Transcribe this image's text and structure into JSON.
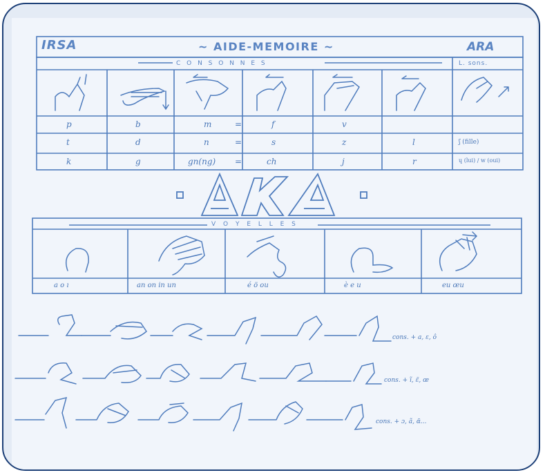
{
  "header": {
    "left_logo": "IRSA",
    "title": "~ AIDE-MEMOIRE ~",
    "right_logo": "ARA"
  },
  "consonants": {
    "label": "C O N S O N N E S",
    "side_label": "L. sons.",
    "rows": [
      [
        "p",
        "b",
        "m",
        "=",
        "f",
        "v"
      ],
      [
        "t",
        "d",
        "n",
        "=",
        "s",
        "z",
        "l"
      ],
      [
        "k",
        "g",
        "gn(ng)",
        "=",
        "ch",
        "j",
        "r"
      ]
    ],
    "side_rows": [
      "",
      "ʃ (fille)",
      "ɥ (lui) / w (oui)"
    ]
  },
  "logo": "AKA",
  "vowels": {
    "label": "V O Y E L L E S",
    "cells": [
      "a o ı",
      "an on in un",
      "é ö ou",
      "è e u",
      "eu œu"
    ]
  },
  "sequences": [
    "cons. + a, ε, ô",
    "cons. + ĩ, ɛ̃, œ",
    "cons. + ɔ, ã, ɑ̃..."
  ],
  "colors": {
    "frame": "#1c3f77",
    "ink": "#4b78b8",
    "paper": "#f1f5fb"
  }
}
